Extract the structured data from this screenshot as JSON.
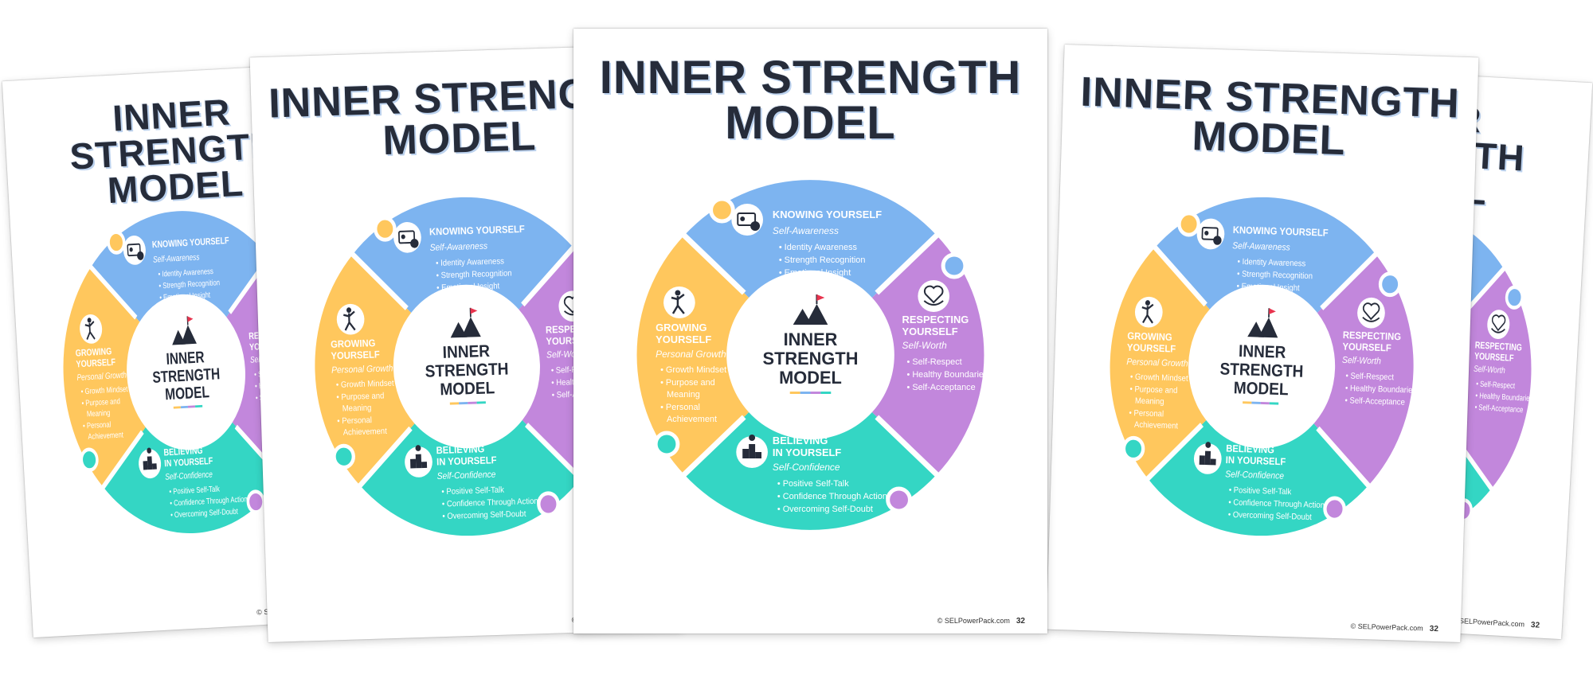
{
  "model": {
    "title_line1": "INNER STRENGTH",
    "title_line2": "MODEL",
    "center_line1": "INNER",
    "center_line2": "STRENGTH",
    "center_line3": "MODEL",
    "sections": {
      "knowing": {
        "title": "KNOWING YOURSELF",
        "subtitle": "Self-Awareness",
        "items": [
          "Identity Awareness",
          "Strength Recognition",
          "Emotional Insight"
        ],
        "icon": "id-card-icon"
      },
      "respecting": {
        "title_line1": "RESPECTING",
        "title_line2": "YOURSELF",
        "subtitle": "Self-Worth",
        "items": [
          "Self-Respect",
          "Healthy Boundaries",
          "Self-Acceptance"
        ],
        "icon": "heart-hands-icon"
      },
      "believing": {
        "title_line1": "BELIEVING",
        "title_line2": "IN YOURSELF",
        "subtitle": "Self-Confidence",
        "items": [
          "Positive Self-Talk",
          "Confidence Through Action",
          "Overcoming Self-Doubt"
        ],
        "icon": "podium-icon"
      },
      "growing": {
        "title_line1": "GROWING",
        "title_line2": "YOURSELF",
        "subtitle": "Personal Growth",
        "items": [
          "Growth Mindset",
          "Purpose and",
          "Meaning",
          "Personal",
          "Achievement"
        ],
        "icon": "climbing-person-icon"
      }
    },
    "footer_copyright": "© SELPowerPack.com",
    "footer_page": "32"
  },
  "colors": {
    "knowing": "#7db4f0",
    "respecting": "#c287dc",
    "believing": "#34d6c4",
    "growing": "#ffc75d",
    "title": "#262c3a"
  }
}
